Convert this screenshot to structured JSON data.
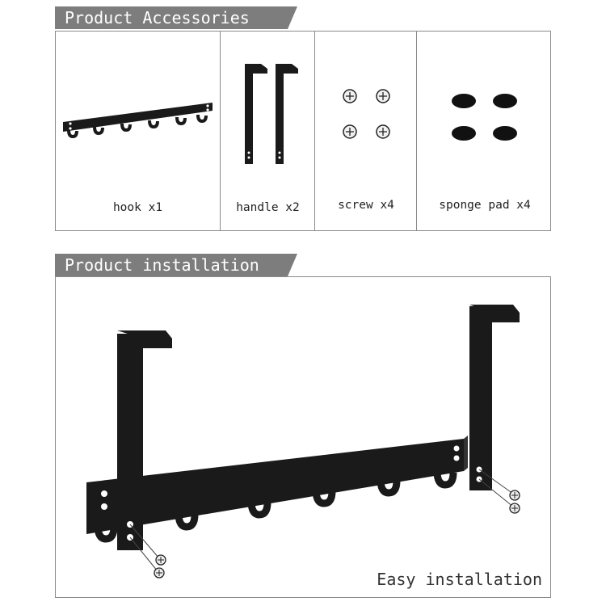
{
  "accessories": {
    "title": "Product Accessories",
    "items": [
      {
        "label": "hook x1",
        "icon": "hook-rack-icon"
      },
      {
        "label": "handle x2",
        "icon": "door-handle-icon"
      },
      {
        "label": "screw x4",
        "icon": "screw-icon"
      },
      {
        "label": "sponge pad x4",
        "icon": "sponge-pad-icon"
      }
    ]
  },
  "installation": {
    "title": "Product installation",
    "caption": "Easy installation",
    "illustration": "assembled-over-door-hook-rack"
  },
  "colors": {
    "tab_background": "#7d7d7d",
    "product": "#1a1a1a",
    "border": "#8a8a8a"
  }
}
